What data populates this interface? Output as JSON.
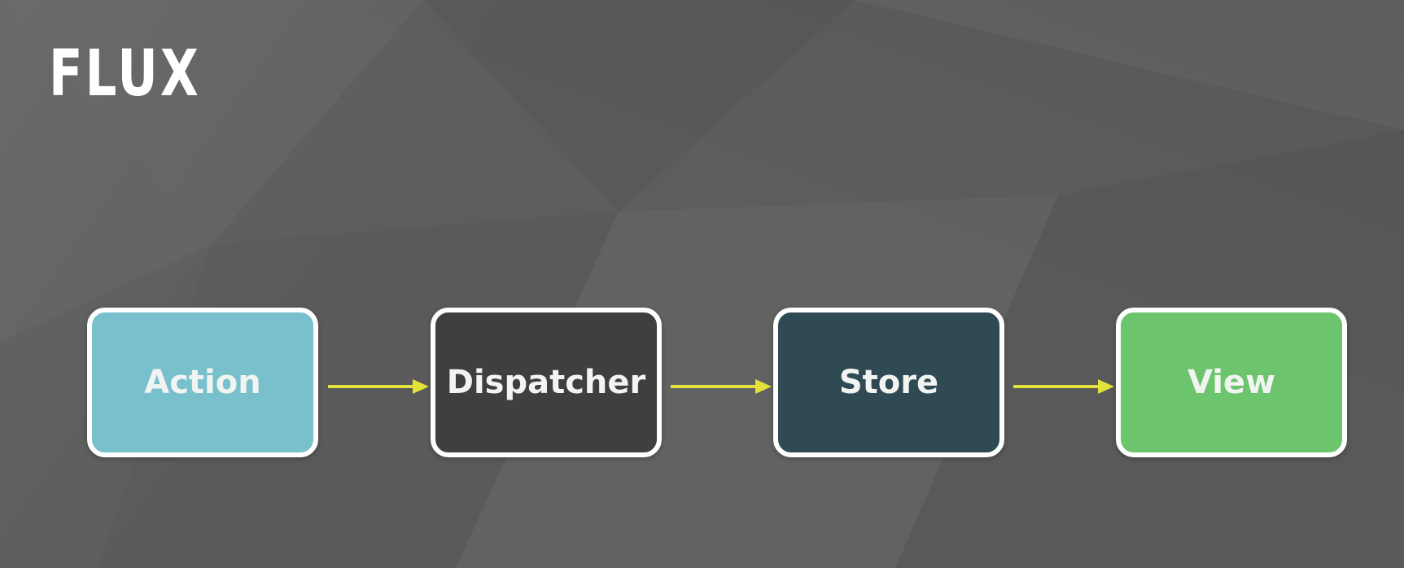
{
  "slide": {
    "title": "FLUX"
  },
  "diagram": {
    "nodes": [
      {
        "label": "Action",
        "color": "#79c0cd"
      },
      {
        "label": "Dispatcher",
        "color": "#3f3f3f"
      },
      {
        "label": "Store",
        "color": "#2f4a53"
      },
      {
        "label": "View",
        "color": "#6cc46d"
      }
    ],
    "arrow_color": "#e3e23a",
    "border_color": "#ffffff",
    "background_color": "#5c5d5c"
  }
}
